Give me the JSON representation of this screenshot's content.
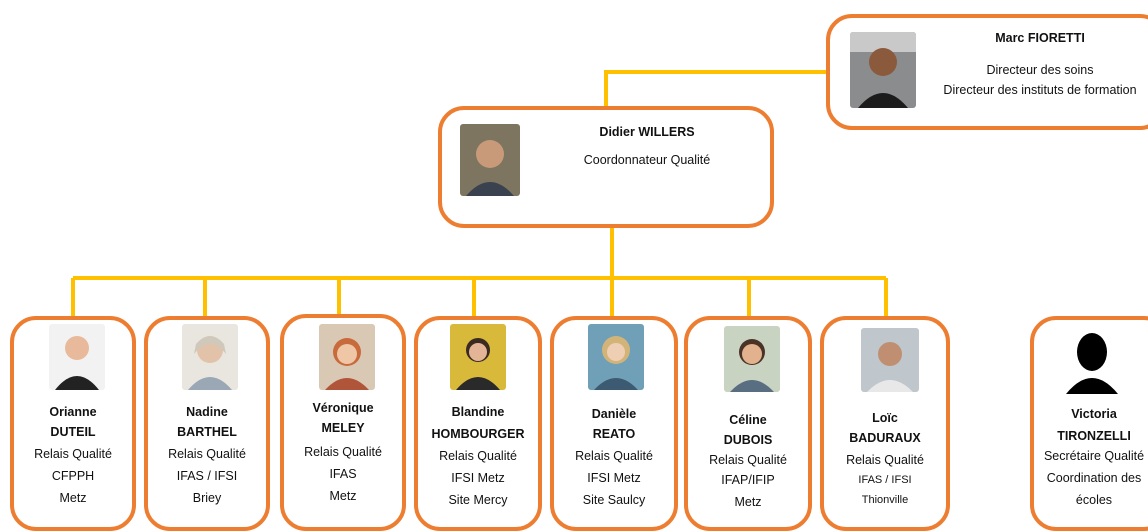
{
  "colors": {
    "card_border": "#ed7d31",
    "connector": "#ffc000"
  },
  "director": {
    "name": "Marc FIORETTI",
    "title1": "Directeur des soins",
    "title2": "Directeur  des instituts de formation",
    "photo_icon": "person-photo"
  },
  "coordinator": {
    "name": "Didier WILLERS",
    "title": "Coordonnateur Qualité",
    "photo_icon": "person-photo"
  },
  "relais": [
    {
      "first": "Orianne",
      "last": "DUTEIL",
      "role": "Relais Qualité",
      "institute": "CFPPH",
      "site": "Metz"
    },
    {
      "first": "Nadine",
      "last": "BARTHEL",
      "role": "Relais Qualité",
      "institute": "IFAS / IFSI",
      "site": "Briey"
    },
    {
      "first": "Véronique",
      "last": "MELEY",
      "role": "Relais Qualité",
      "institute": "IFAS",
      "site": "Metz"
    },
    {
      "first": "Blandine",
      "last": "HOMBOURGER",
      "role": "Relais Qualité",
      "institute": "IFSI Metz",
      "site": "Site Mercy"
    },
    {
      "first": "Danièle",
      "last": "REATO",
      "role": "Relais Qualité",
      "institute": "IFSI Metz",
      "site": "Site Saulcy"
    },
    {
      "first": "Céline",
      "last": "DUBOIS",
      "role": "Relais Qualité",
      "institute": "IFAP/IFIP",
      "site": "Metz"
    },
    {
      "first": "Loïc",
      "last": "BADURAUX",
      "role": "Relais Qualité",
      "institute": "IFAS / IFSI",
      "site": "Thionville"
    }
  ],
  "secretary": {
    "first": "Victoria",
    "last": "TIRONZELLI",
    "role": "Secrétaire Qualité",
    "line4": "Coordination des",
    "line5": "écoles",
    "photo_icon": "silhouette-placeholder"
  }
}
